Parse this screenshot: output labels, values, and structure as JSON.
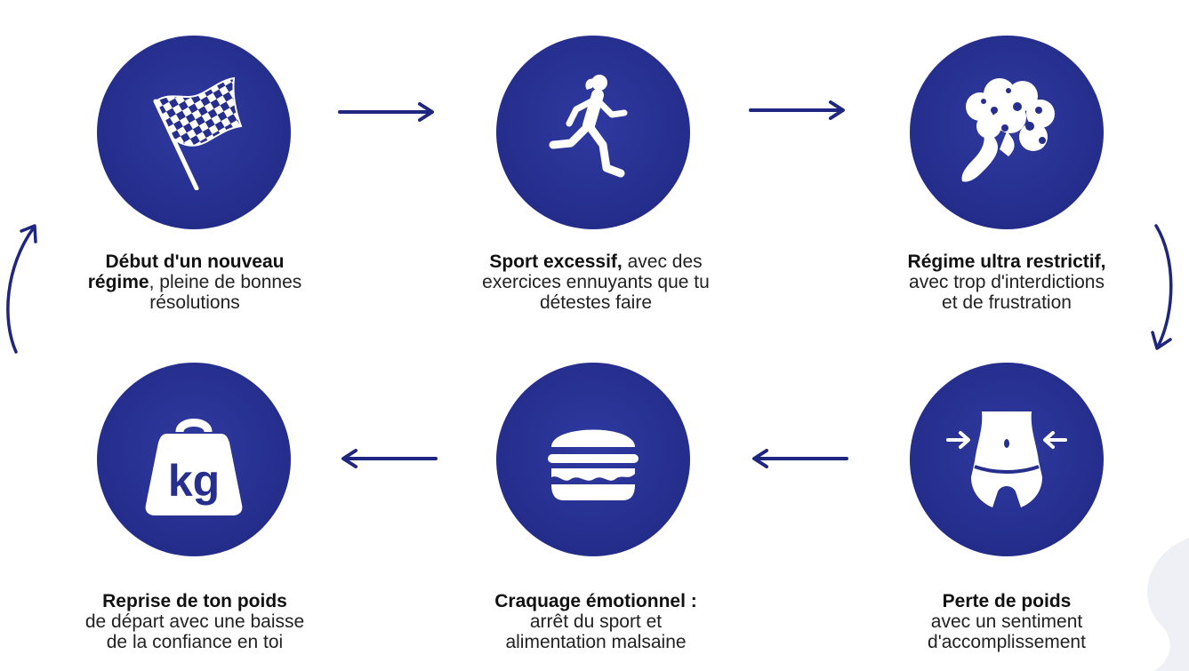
{
  "colors": {
    "circle": "#262f8e",
    "arrow": "#1f2680",
    "icon": "#ffffff"
  },
  "steps": [
    {
      "icon": "checkered-flag-icon",
      "bold": "Début d'un nouveau",
      "line2_bold": "régime",
      "line2_rest": ", pleine de bonnes",
      "line3": "résolutions"
    },
    {
      "icon": "runner-icon",
      "bold": "Sport excessif,",
      "line1_rest": " avec des",
      "line2": "exercices ennuyants que tu",
      "line3": "détestes faire"
    },
    {
      "icon": "broccoli-icon",
      "bold": "Régime ultra restrictif,",
      "line2": "avec trop d'interdictions",
      "line3": "et de frustration"
    },
    {
      "icon": "waist-icon",
      "bold": "Perte de poids",
      "line2": "avec un sentiment",
      "line3": "d'accomplissement"
    },
    {
      "icon": "burger-icon",
      "bold": "Craquage émotionnel :",
      "line2": "arrêt du sport et",
      "line3": "alimentation malsaine"
    },
    {
      "icon": "weight-kg-icon",
      "icon_text": "kg",
      "bold": "Reprise de ton poids",
      "line2": "de départ avec une baisse",
      "line3": "de la confiance en toi"
    }
  ]
}
